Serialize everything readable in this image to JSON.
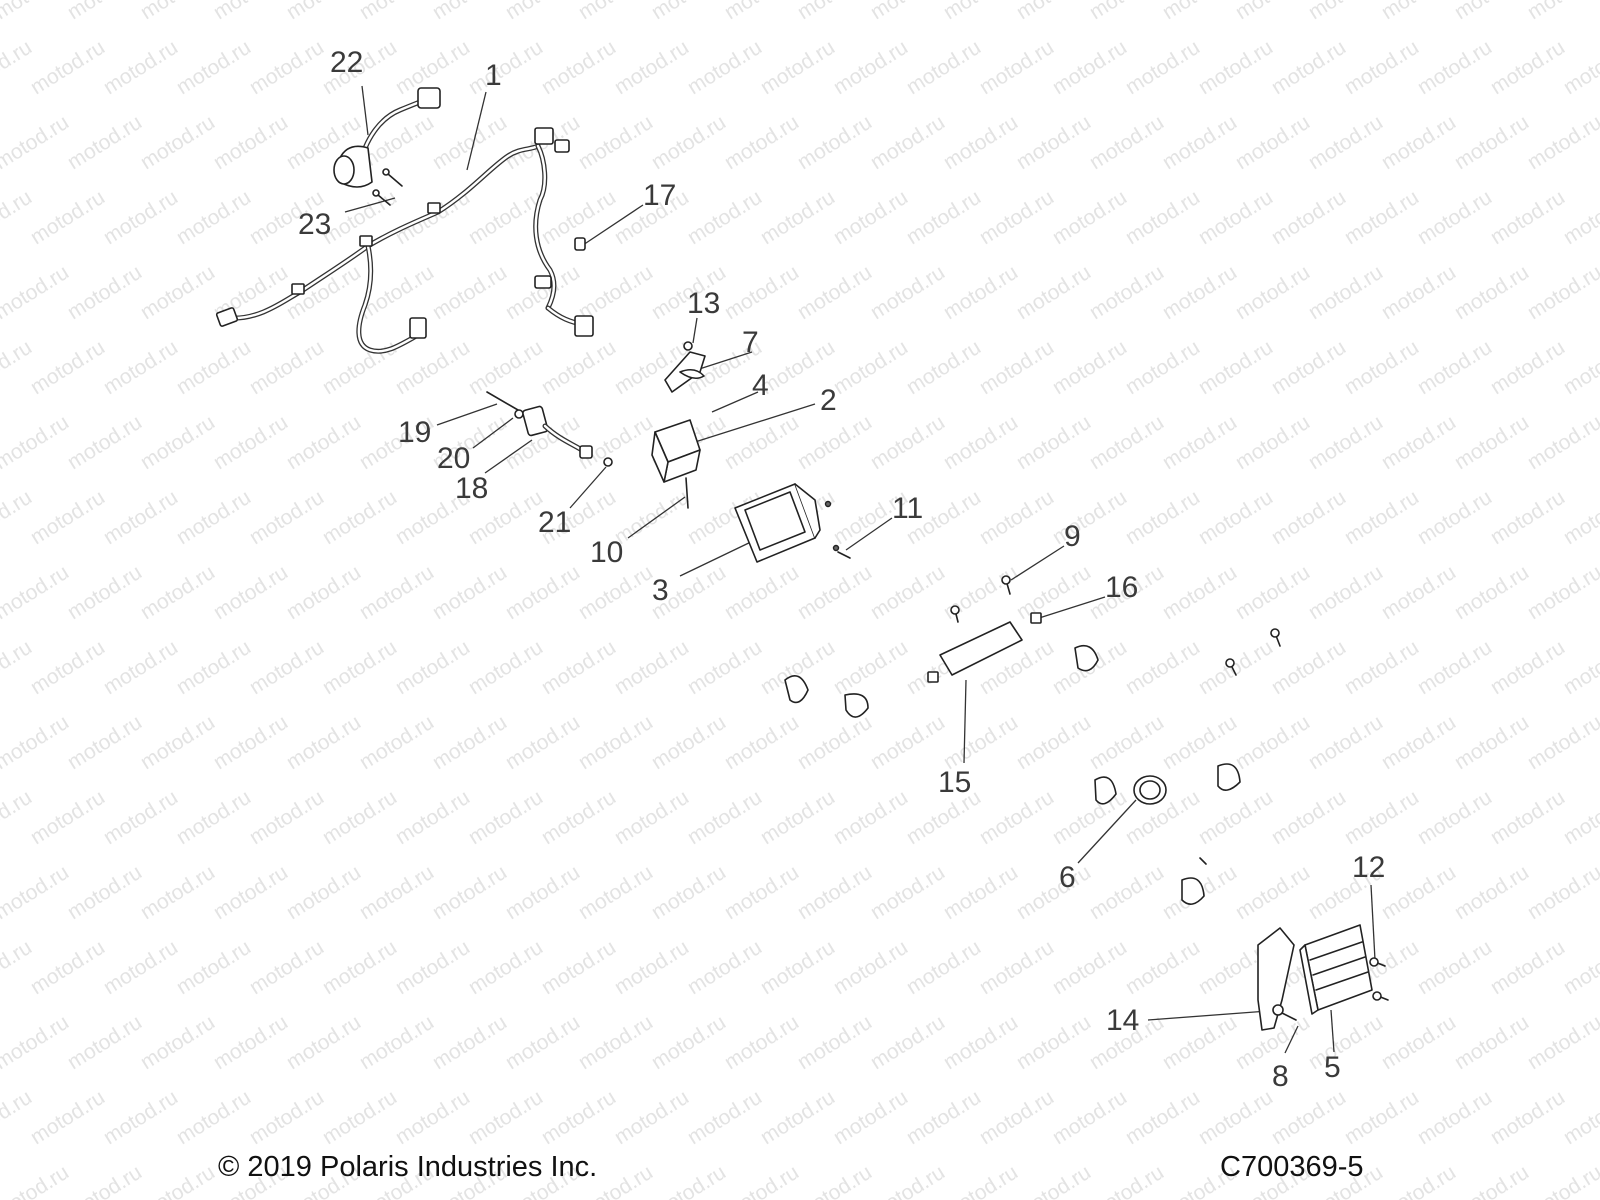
{
  "watermark": "motod.ru",
  "footer": {
    "copyright": "© 2019 Polaris Industries Inc.",
    "diagram_code": "C700369-5"
  },
  "callouts": [
    "1",
    "2",
    "3",
    "4",
    "5",
    "6",
    "7",
    "8",
    "9",
    "10",
    "11",
    "12",
    "13",
    "14",
    "15",
    "16",
    "17",
    "18",
    "19",
    "20",
    "21",
    "22",
    "23"
  ]
}
